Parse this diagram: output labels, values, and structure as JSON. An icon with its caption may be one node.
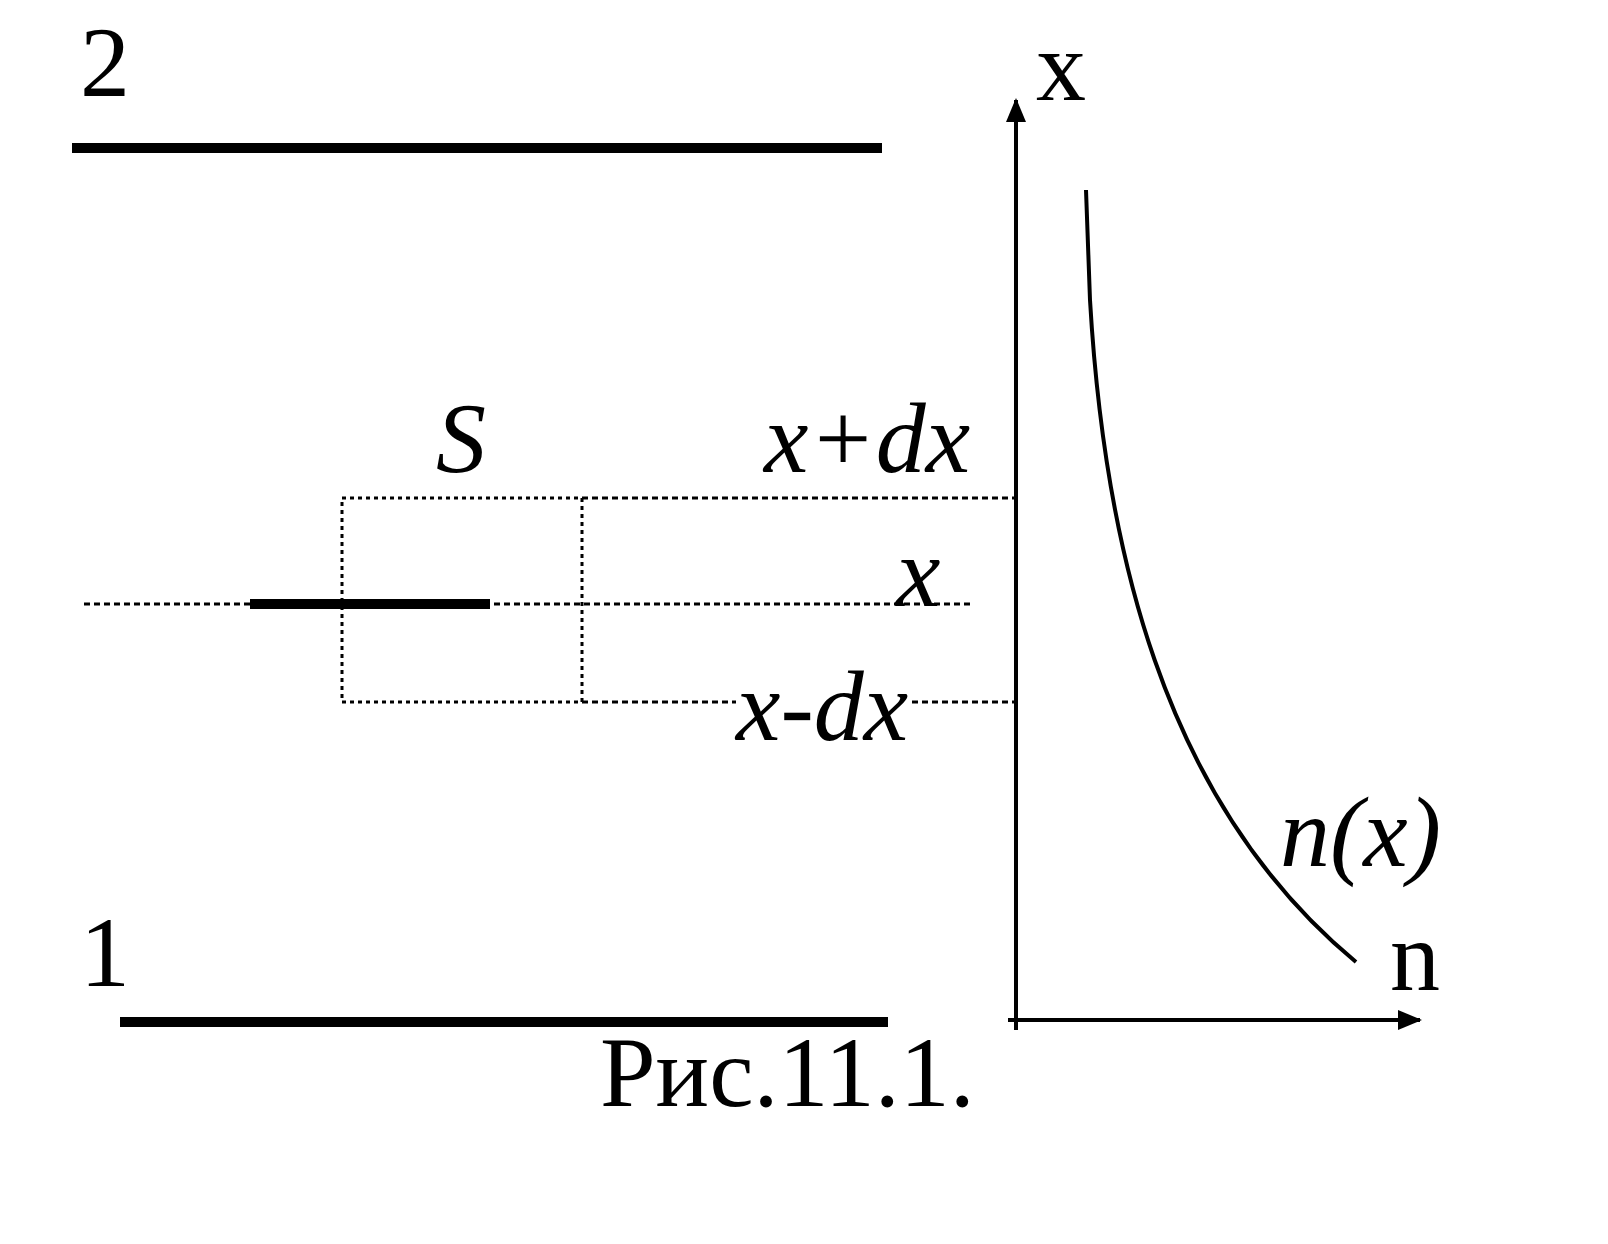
{
  "diagram": {
    "caption": "Рис.11.1.",
    "labels": [
      "2",
      "x",
      "S",
      "x+dx",
      "x",
      "x-dx",
      "n(x)",
      "1",
      "n"
    ]
  }
}
